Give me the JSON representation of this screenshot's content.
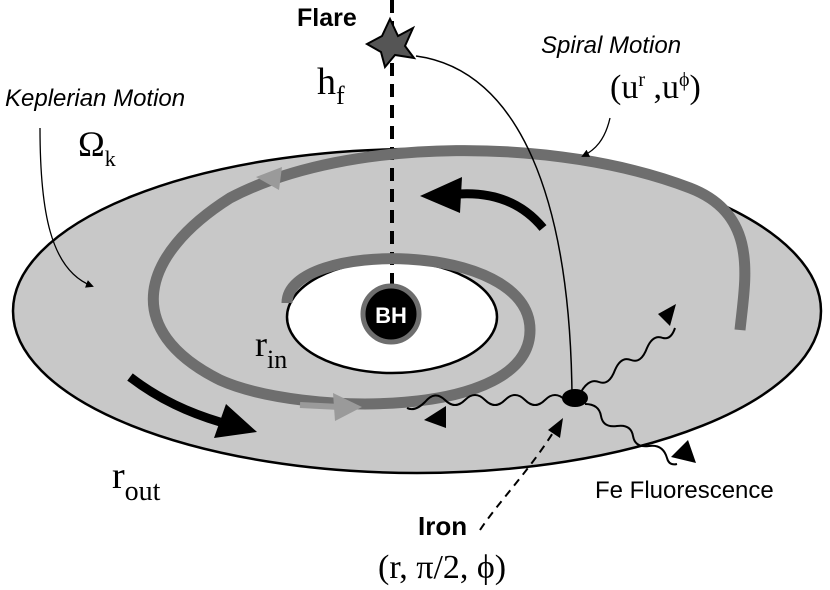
{
  "labels": {
    "flare": "Flare",
    "spiral_motion": "Spiral Motion",
    "spiral_vars_main": "(u",
    "spiral_sup_r": "r",
    "spiral_vars_mid": " ,u",
    "spiral_sup_phi": "ϕ",
    "spiral_vars_end": ")",
    "keplerian_motion": "Keplerian Motion",
    "omega_main": "Ω",
    "omega_sub": "k",
    "hf_main": "h",
    "hf_sub": "f",
    "rin_main": "r",
    "rin_sub": "in",
    "rout_main": "r",
    "rout_sub": "out",
    "bh": "BH",
    "fe_fluorescence": "Fe Fluorescence",
    "iron": "Iron",
    "iron_coords": "(r, π/2, ϕ)"
  },
  "colors": {
    "disk_fill": "#c8c8c8",
    "spiral_track": "#6e6e6e",
    "track_arrow": "#9a9a9a",
    "black": "#000000",
    "white": "#ffffff"
  }
}
